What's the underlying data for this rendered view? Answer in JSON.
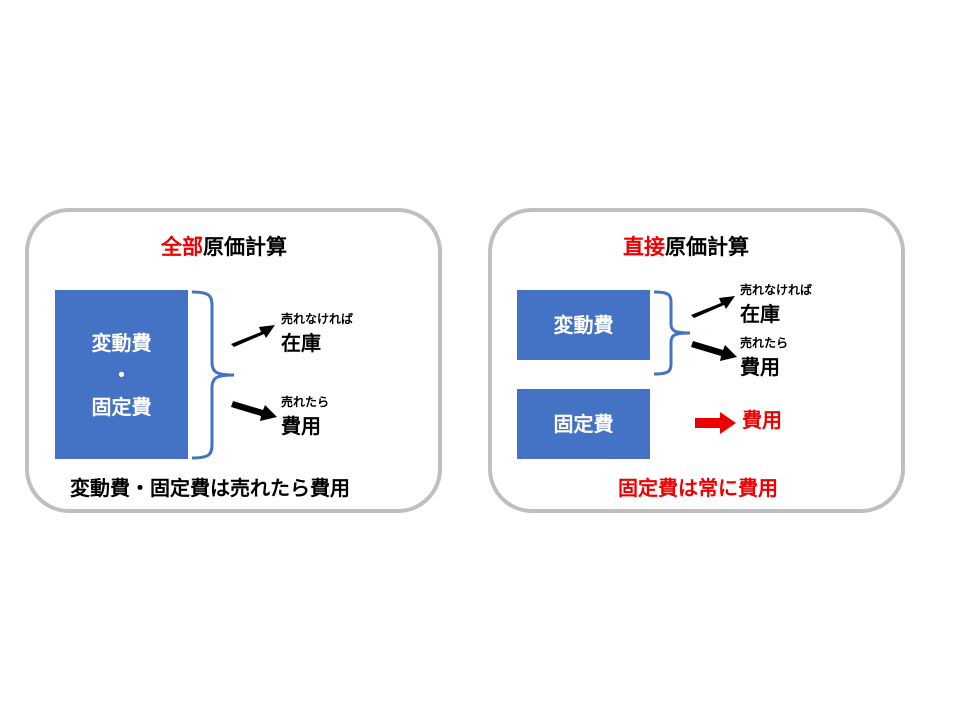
{
  "left_panel": {
    "title_emphasis": "全部",
    "title_rest": "原価計算",
    "box_line1": "変動費",
    "box_line2": "・",
    "box_line3": "固定費",
    "branch_inventory_condition": "売れなければ",
    "branch_inventory_result": "在庫",
    "branch_expense_condition": "売れたら",
    "branch_expense_result": "費用",
    "summary": "変動費・固定費は売れたら費用"
  },
  "right_panel": {
    "title_emphasis": "直接",
    "title_rest": "原価計算",
    "variable_box": "変動費",
    "fixed_box": "固定費",
    "branch_inventory_condition": "売れなければ",
    "branch_inventory_result": "在庫",
    "branch_expense_condition": "売れたら",
    "branch_expense_result": "費用",
    "fixed_result": "費用",
    "summary": "固定費は常に費用"
  },
  "colors": {
    "box_fill": "#4472c4",
    "bracket": "#4472c4",
    "emphasis": "#ee0000",
    "panel_border": "#bfbfbf",
    "arrow": "#000000",
    "fixed_arrow": "#ee0000"
  }
}
